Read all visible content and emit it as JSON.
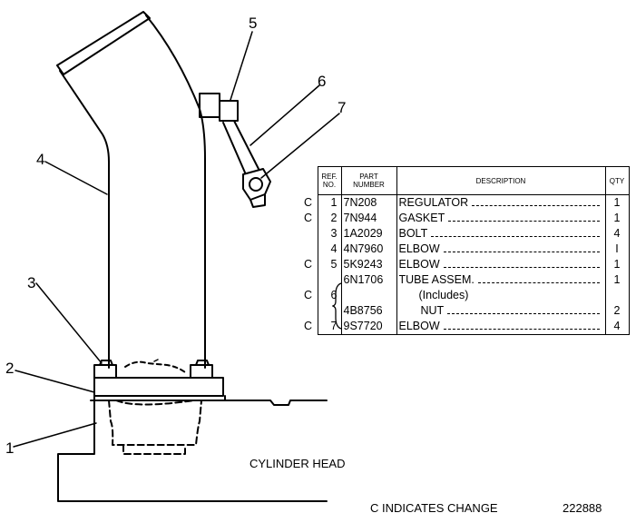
{
  "callouts": [
    "1",
    "2",
    "3",
    "4",
    "5",
    "6",
    "7"
  ],
  "table": {
    "headers": {
      "ref": "REF.\nNO.",
      "part": "PART\nNUMBER",
      "desc": "DESCRIPTION",
      "qty": "QTY"
    },
    "rows": [
      {
        "chg": "C",
        "ref": "1",
        "part": "7N208",
        "desc": "REGULATOR",
        "qty": "1",
        "leader": true
      },
      {
        "chg": "C",
        "ref": "2",
        "part": "7N944",
        "desc": "GASKET",
        "qty": "1",
        "leader": true
      },
      {
        "chg": "",
        "ref": "3",
        "part": "1A2029",
        "desc": "BOLT",
        "qty": "4",
        "leader": true
      },
      {
        "chg": "",
        "ref": "4",
        "part": "4N7960",
        "desc": "ELBOW",
        "qty": "I",
        "leader": true
      },
      {
        "chg": "C",
        "ref": "5",
        "part": "5K9243",
        "desc": "ELBOW",
        "qty": "1",
        "leader": true
      },
      {
        "chg": "",
        "ref": "",
        "part": "6N1706",
        "desc": "TUBE ASSEM.",
        "qty": "1",
        "leader": true
      },
      {
        "chg": "C",
        "ref": "6",
        "part": "",
        "desc": "(Includes)",
        "qty": "",
        "leader": false,
        "indent": true
      },
      {
        "chg": "",
        "ref": "",
        "part": "4B8756",
        "desc": "NUT",
        "qty": "2",
        "leader": true,
        "indent": true
      },
      {
        "chg": "C",
        "ref": "7",
        "part": "9S7720",
        "desc": "ELBOW",
        "qty": "4",
        "leader": true
      }
    ]
  },
  "labels": {
    "cylinder_head": "CYLINDER HEAD",
    "change_note": "C INDICATES CHANGE",
    "figure_number": "222888"
  }
}
